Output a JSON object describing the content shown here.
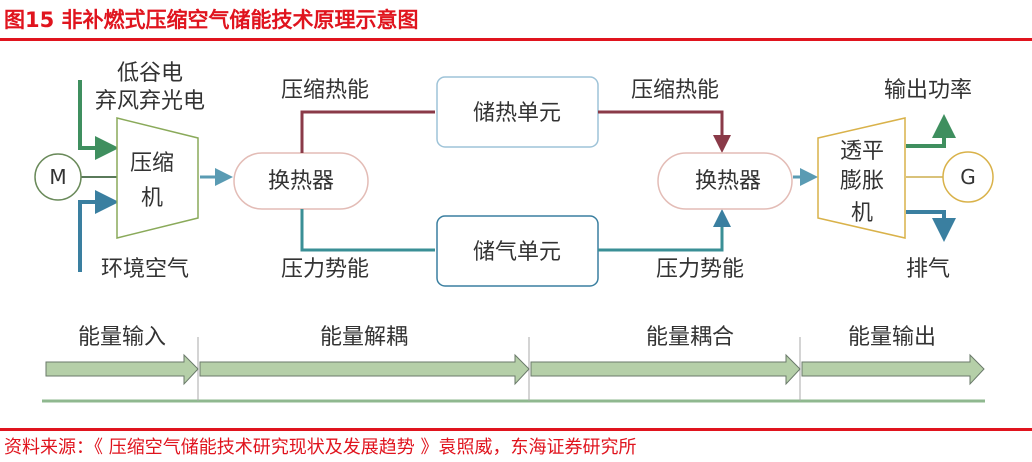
{
  "title": "图15  非补燃式压缩空气储能技术原理示意图",
  "source": "资料来源：《 压缩空气储能技术研究现状及发展趋势 》袁照威，东海证券研究所",
  "diagram": {
    "motor": "M",
    "generator": "G",
    "input_power_line1": "低谷电",
    "input_power_line2": "弃风弃光电",
    "ambient_air": "环境空气",
    "compressor_line1": "压缩",
    "compressor_line2": "机",
    "heat_exchanger_1": "换热器",
    "heat_exchanger_2": "换热器",
    "compression_heat_1": "压缩热能",
    "compression_heat_2": "压缩热能",
    "pressure_energy_1": "压力势能",
    "pressure_energy_2": "压力势能",
    "heat_storage": "储热单元",
    "gas_storage": "储气单元",
    "expander_line1": "透平",
    "expander_line2": "膨胀",
    "expander_line3": "机",
    "output_power": "输出功率",
    "exhaust": "排气"
  },
  "stages": [
    "能量输入",
    "能量解耦",
    "能量耦合",
    "能量输出"
  ],
  "colors": {
    "accent": "#e0141e",
    "green": "#3f8f5f",
    "blue": "#3a7fa0",
    "red": "#8a3a48",
    "gold": "#d9b24a"
  }
}
